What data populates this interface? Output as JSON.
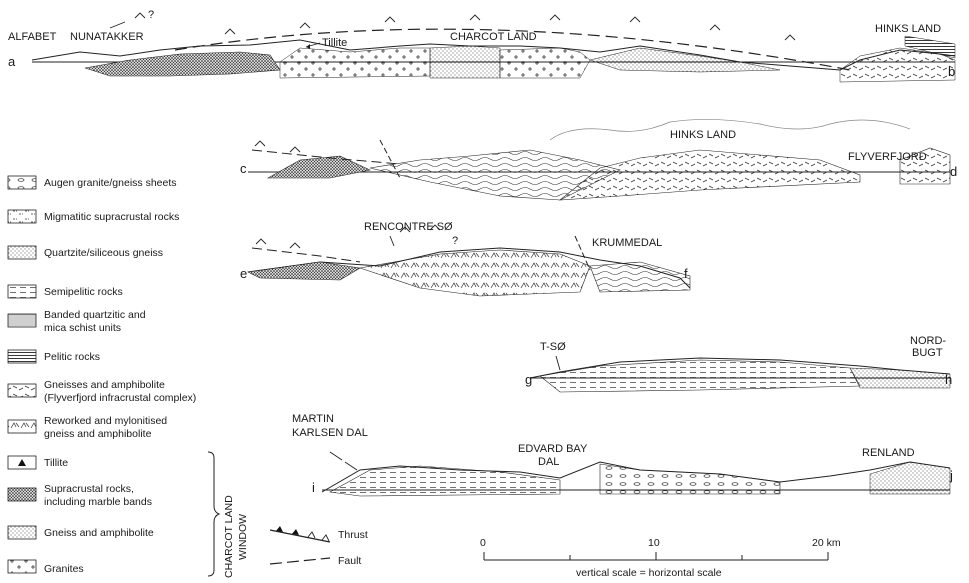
{
  "sections": {
    "a": {
      "start": "a",
      "end": "b",
      "labels": [
        "ALFABET",
        "NUNATAKKER",
        "Tillite",
        "CHARCOT LAND",
        "HINKS LAND"
      ],
      "query": "?"
    },
    "c": {
      "start": "c",
      "end": "d",
      "labels": [
        "HINKS LAND",
        "FLYVERFJORD"
      ]
    },
    "e": {
      "start": "e",
      "end": "f",
      "labels": [
        "RENCONTRE SØ",
        "KRUMMEDAL"
      ],
      "query": "?"
    },
    "g": {
      "start": "g",
      "end": "h",
      "labels": [
        "T-SØ",
        "NORD-",
        "BUGT"
      ]
    },
    "i": {
      "start": "i",
      "end": "j",
      "labels": [
        "MARTIN",
        "KARLSEN DAL",
        "EDVARD BAY",
        "DAL",
        "RENLAND"
      ]
    }
  },
  "legend": {
    "items": [
      {
        "label": "Augen granite/gneiss sheets"
      },
      {
        "label": "Migmatitic supracrustal rocks"
      },
      {
        "label": "Quartzite/siliceous gneiss"
      },
      {
        "label": "Semipelitic rocks"
      },
      {
        "label": "Banded quartzitic and",
        "label2": "mica schist units"
      },
      {
        "label": "Pelitic rocks"
      },
      {
        "label": "Gneisses and amphibolite",
        "label2": "(Flyverfjord infracrustal complex)"
      },
      {
        "label": "Reworked and mylonitised",
        "label2": "gneiss and amphibolite"
      },
      {
        "label": "Tillite"
      },
      {
        "label": "Supracrustal rocks,",
        "label2": "including marble bands"
      },
      {
        "label": "Gneiss and amphibolite"
      },
      {
        "label": "Granites"
      }
    ],
    "bracket_label": "CHARCOT LAND",
    "bracket_label2": "WINDOW",
    "thrust": "Thrust",
    "fault": "Fault"
  },
  "scale": {
    "ticks": [
      "0",
      "10",
      "20 km"
    ],
    "caption": "vertical scale = horizontal scale"
  }
}
